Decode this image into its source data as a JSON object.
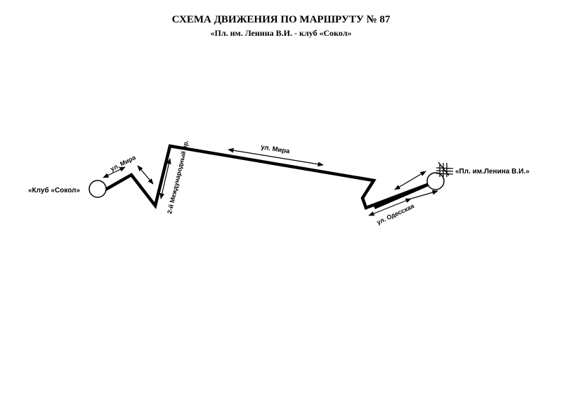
{
  "header": {
    "title": "СХЕМА ДВИЖЕНИЯ ПО МАРШРУТУ № 87",
    "subtitle": "«Пл. им. Ленина В.И. - клуб «Сокол»"
  },
  "stops": {
    "start": "«Клуб «Сокол»",
    "end": "«Пл. им.Ленина В.И.»"
  },
  "streets": {
    "mira_left": "ул. Мира",
    "mezhdunarodny": "2-й Международный пр.",
    "mira_main": "ул. Мира",
    "odesskaya": "ул. Одесская"
  },
  "colors": {
    "route": "#000000",
    "background": "#ffffff"
  }
}
